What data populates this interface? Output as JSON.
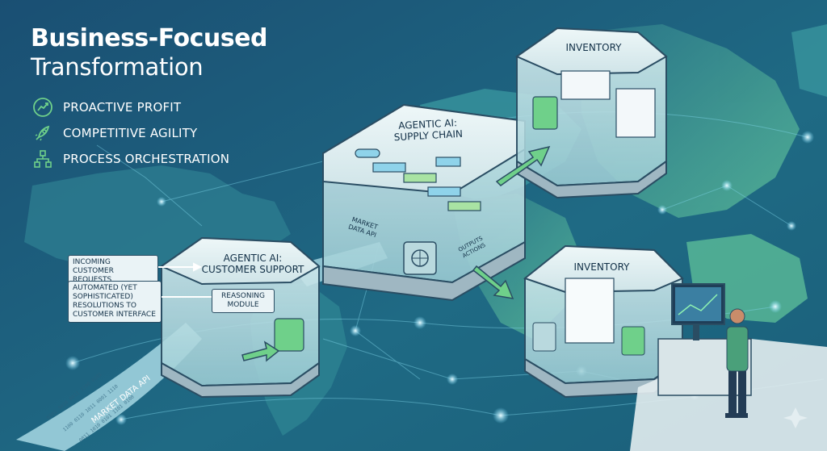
{
  "header": {
    "title_bold": "Business-Focused",
    "title_light": "Transformation"
  },
  "features": [
    {
      "label": "PROACTIVE PROFIT",
      "icon": "growth-chart-icon"
    },
    {
      "label": "COMPETITIVE AGILITY",
      "icon": "rocket-icon"
    },
    {
      "label": "PROCESS ORCHESTRATION",
      "icon": "network-nodes-icon"
    }
  ],
  "modules": {
    "supply_chain": {
      "title_line1": "AGENTIC AI:",
      "title_line2": "SUPPLY CHAIN",
      "panel_label_line1": "MARKET",
      "panel_label_line2": "DATA API",
      "output_label_line1": "OUTPUTS",
      "output_label_line2": "ACTIONS"
    },
    "customer_support": {
      "title_line1": "AGENTIC AI:",
      "title_line2": "CUSTOMER SUPPORT",
      "reasoning_line1": "REASONING",
      "reasoning_line2": "MODULE"
    },
    "inventory_top": {
      "title": "INVENTORY"
    },
    "inventory_bottom": {
      "title": "INVENTORY"
    }
  },
  "callouts": {
    "incoming_line1": "INCOMING CUSTOMER",
    "incoming_line2": "REQUESTS",
    "automated_line1": "AUTOMATED (YET",
    "automated_line2": "SOPHISTICATED)",
    "automated_line3": "RESOLUTIONS TO",
    "automated_line4": "CUSTOMER INTERFACE"
  },
  "stream": {
    "label": "MARKET DATA API"
  },
  "colors": {
    "accent_green": "#6fd08a",
    "background": "#16476a",
    "glass": "#cfe6ea"
  }
}
